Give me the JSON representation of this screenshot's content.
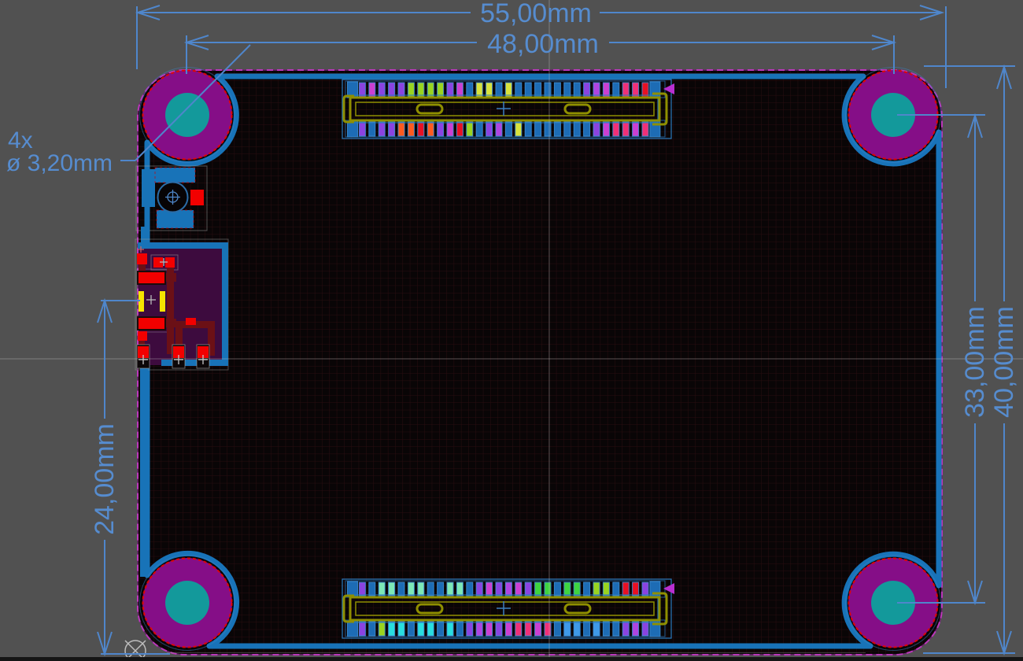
{
  "view": {
    "tool_hint": "pcb-layout-viewer-canvas"
  },
  "dimensions": {
    "board_width": "55,00mm",
    "hole_span_x": "48,00mm",
    "hole_span_y": "33,00mm",
    "board_height": "40,00mm",
    "usb_to_bottom": "24,00mm"
  },
  "hole_note": {
    "line1": "4x",
    "line2": "ø 3,20mm"
  },
  "mounting_holes": {
    "count": 4,
    "diameter_label": "ø 3,20mm"
  },
  "colors": {
    "background": "#515151",
    "board": "#090506",
    "board_edge": "#bb37bb",
    "copper_zone_blue": "#1873b8",
    "dimension_blue": "#4f86cb",
    "hole_ring_purple": "#850e87",
    "hole_drill_teal": "#13999b",
    "hole_mark_red": "#e00505",
    "pad_red": "#f20000",
    "slot_yellow": "#f5e400",
    "trace_dark_red": "#6b1016",
    "connector_body_olive": "#8f8f00",
    "pin1_marker_magenta": "#b92fd0",
    "usb_zone_purple": "#3d0b3e"
  },
  "palette": {
    "B": "#1d6cb5",
    "P": "#8b43e0",
    "V": "#b044e0",
    "M": "#cc3fd1",
    "K": "#f03077",
    "R": "#e81123",
    "O": "#ff5a1f",
    "Y": "#d8e23c",
    "G": "#9ad41f",
    "L": "#3fd43f",
    "A": "#7de8b5",
    "C": "#29dede",
    "S": "#3f9ae8"
  },
  "connectors": {
    "top": {
      "row_upper": [
        "B",
        "P",
        "M",
        "P",
        "P",
        "P",
        "G",
        "G",
        "G",
        "G",
        "P",
        "M",
        "B",
        "Y",
        "Y",
        "B",
        "Y",
        "B",
        "B",
        "B",
        "B",
        "B",
        "B",
        "B",
        "P",
        "V",
        "M",
        "B",
        "K",
        "K",
        "R",
        "B"
      ],
      "row_lower": [
        "B",
        "P",
        "B",
        "P",
        "P",
        "O",
        "O",
        "R",
        "O",
        "P",
        "M",
        "R",
        "G",
        "B",
        "P",
        "V",
        "B",
        "Y",
        "B",
        "B",
        "B",
        "B",
        "B",
        "B",
        "B",
        "P",
        "M",
        "K",
        "K",
        "M",
        "K",
        "B"
      ]
    },
    "bottom": {
      "row_upper": [
        "B",
        "P",
        "B",
        "A",
        "A",
        "B",
        "A",
        "A",
        "B",
        "B",
        "A",
        "A",
        "B",
        "P",
        "M",
        "P",
        "V",
        "M",
        "P",
        "L",
        "L",
        "B",
        "L",
        "L",
        "B",
        "G",
        "G",
        "B",
        "R",
        "R",
        "P",
        "B"
      ],
      "row_lower": [
        "B",
        "P",
        "B",
        "G",
        "C",
        "C",
        "B",
        "C",
        "C",
        "B",
        "C",
        "B",
        "P",
        "V",
        "M",
        "P",
        "M",
        "K",
        "K",
        "M",
        "K",
        "B",
        "S",
        "S",
        "B",
        "S",
        "B",
        "B",
        "P",
        "V",
        "P",
        "B"
      ]
    }
  }
}
